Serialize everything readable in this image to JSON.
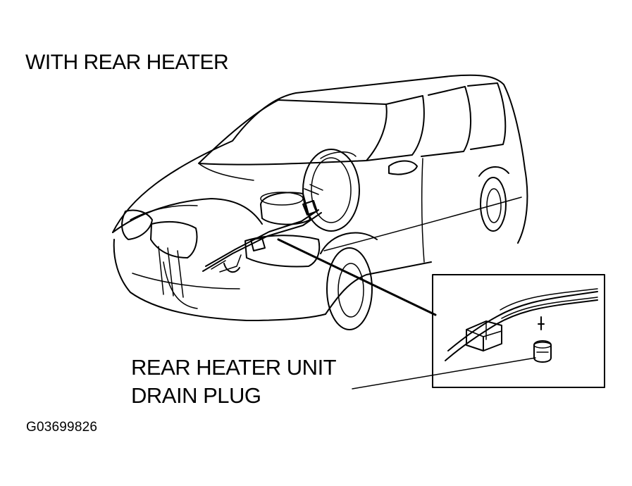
{
  "diagram": {
    "title": "WITH REAR HEATER",
    "callout": {
      "line1": "REAR HEATER UNIT",
      "line2": "DRAIN PLUG"
    },
    "figure_id": "G03699826"
  }
}
